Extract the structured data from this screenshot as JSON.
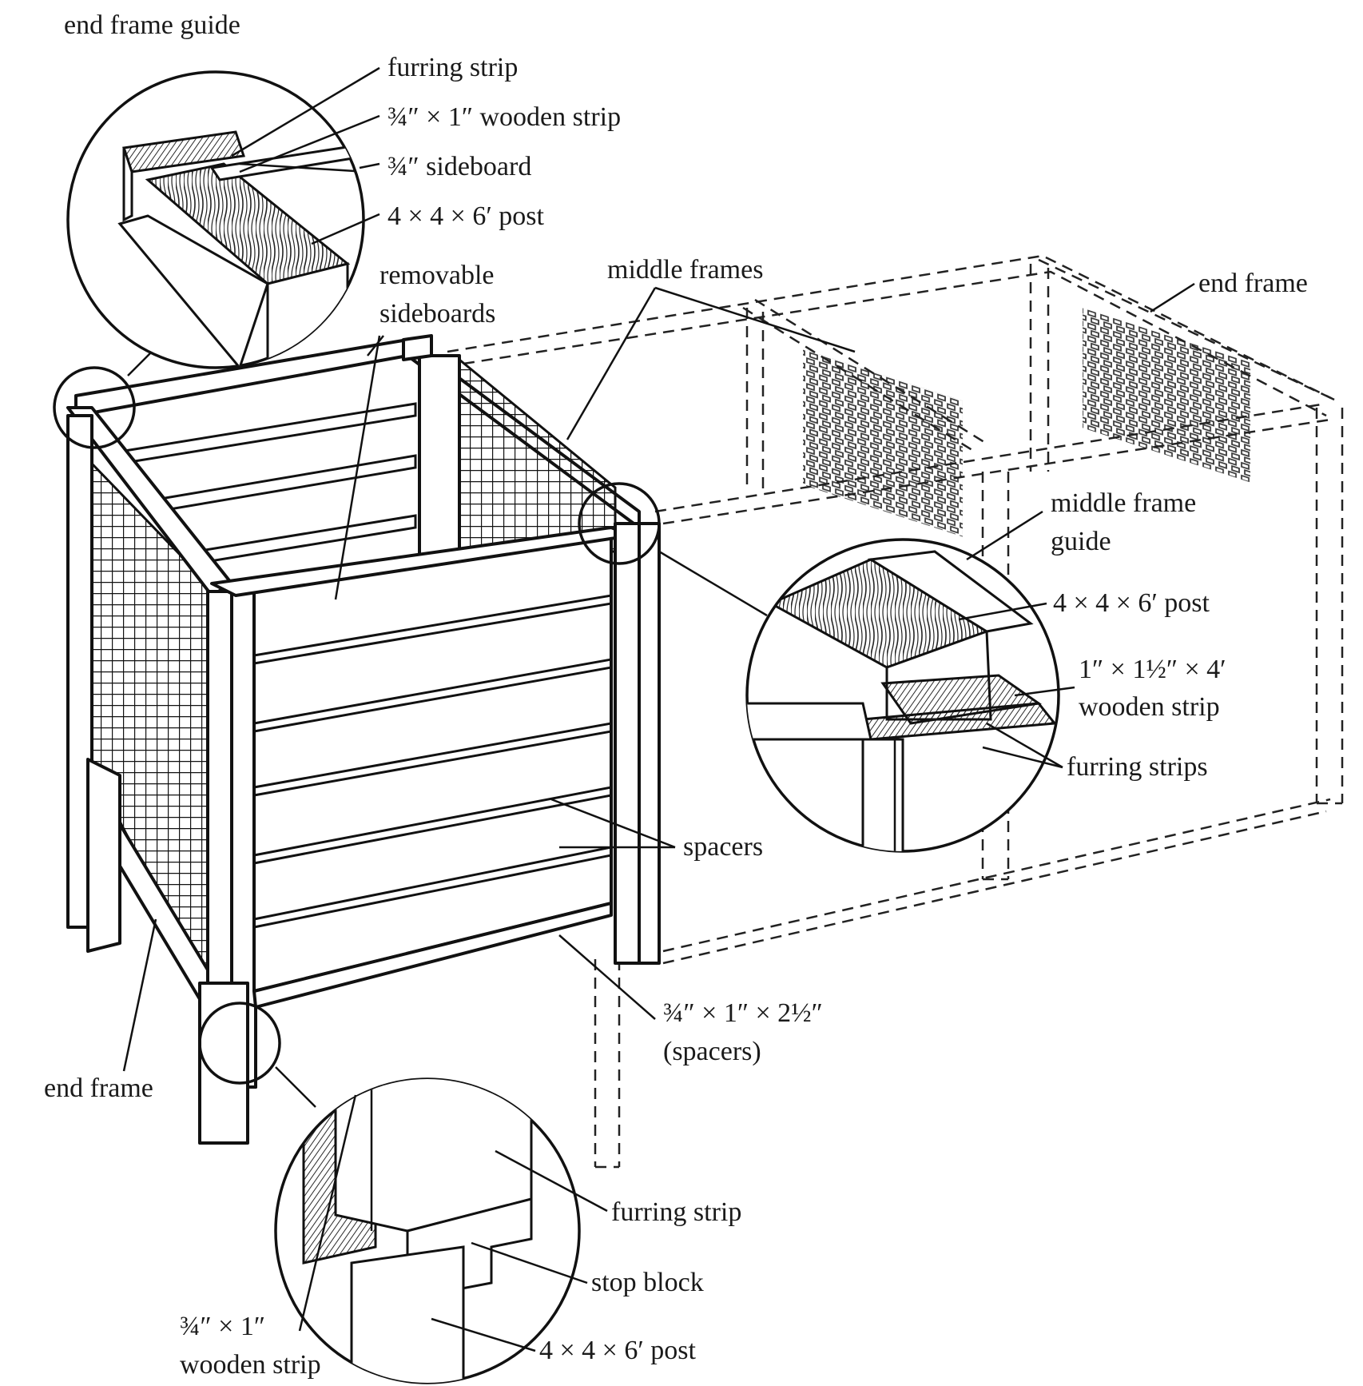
{
  "labels": {
    "end_frame_guide": "end frame guide",
    "furring_strip_top": "furring strip",
    "wooden_strip_top": "¾″ × 1″  wooden strip",
    "sideboard": "¾″ sideboard",
    "post_top": "4 × 4 × 6′ post",
    "removable_1": "removable",
    "removable_2": "sideboards",
    "middle_frames": "middle frames",
    "end_frame_right": "end frame",
    "middle_frame_guide_1": "middle frame",
    "middle_frame_guide_2": "guide",
    "post_mid": "4 × 4 × 6′ post",
    "wooden_strip_mid_1": "1″ × 1½″ × 4′",
    "wooden_strip_mid_2": "wooden strip",
    "furring_strips": "furring strips",
    "spacers": "spacers",
    "spacers_dim_1": "¾″ × 1″ × 2½″",
    "spacers_dim_2": "(spacers)",
    "end_frame_left": "end frame",
    "furring_strip_bottom": "furring strip",
    "stop_block": "stop block",
    "wooden_strip_bottom_1": "¾″ × 1″",
    "wooden_strip_bottom_2": "wooden strip",
    "post_bottom": "4 × 4 × 6′ post"
  }
}
